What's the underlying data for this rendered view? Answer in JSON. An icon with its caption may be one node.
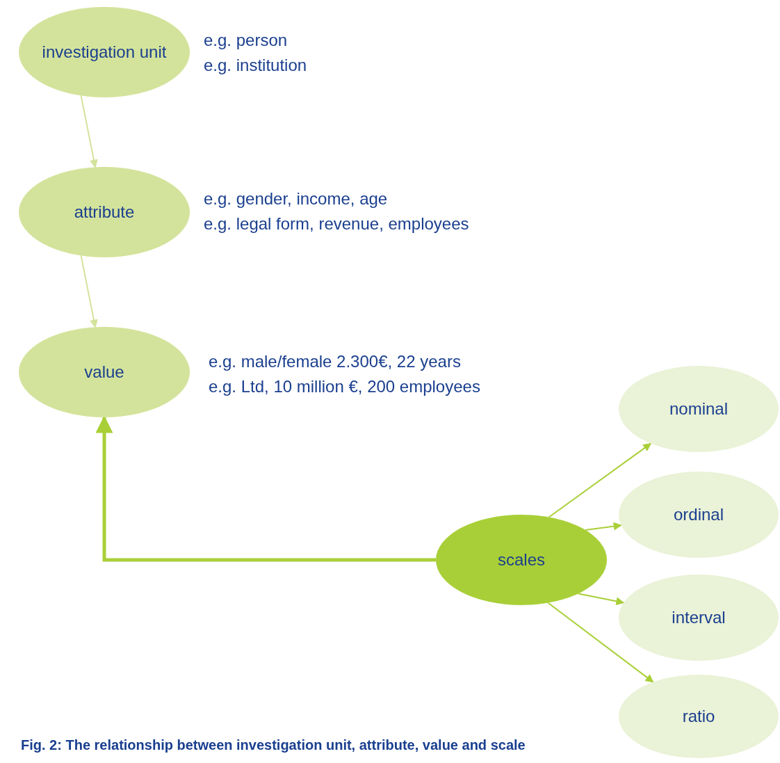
{
  "diagram": {
    "caption": "Fig. 2: The relationship between investigation unit, attribute, value and scale",
    "nodes": [
      {
        "text": [
          "investigation unit"
        ],
        "beside": [
          "e.g. person",
          "e.g. institution"
        ]
      },
      {
        "text": [
          "attribute"
        ],
        "beside": [
          "e.g. gender, income, age",
          "e.g. legal form, revenue, employees"
        ]
      },
      {
        "text": [
          "value"
        ],
        "beside": [
          "e.g. male/female 2.300€, 22 years",
          "e.g. Ltd, 10 million €, 200 employees"
        ]
      },
      {
        "text": [
          "scales"
        ]
      },
      {
        "text": [
          "nominal"
        ]
      },
      {
        "text": [
          "ordinal"
        ]
      },
      {
        "text": [
          "interval"
        ]
      },
      {
        "text": [
          "ratio"
        ]
      }
    ],
    "edges": [
      {
        "from": 0,
        "to": 1,
        "arrow": "to",
        "color": "#d4e39b"
      },
      {
        "from": 1,
        "to": 2,
        "arrow": "to",
        "color": "#d4e39b"
      },
      {
        "from": 3,
        "to": 2,
        "arrow": "to",
        "style": "thick"
      },
      {
        "from": 3,
        "to": 4,
        "arrow": "to"
      },
      {
        "from": 3,
        "to": 5,
        "arrow": "to"
      },
      {
        "from": 3,
        "to": 6,
        "arrow": "to"
      },
      {
        "from": 3,
        "to": 7,
        "arrow": "to"
      }
    ]
  }
}
